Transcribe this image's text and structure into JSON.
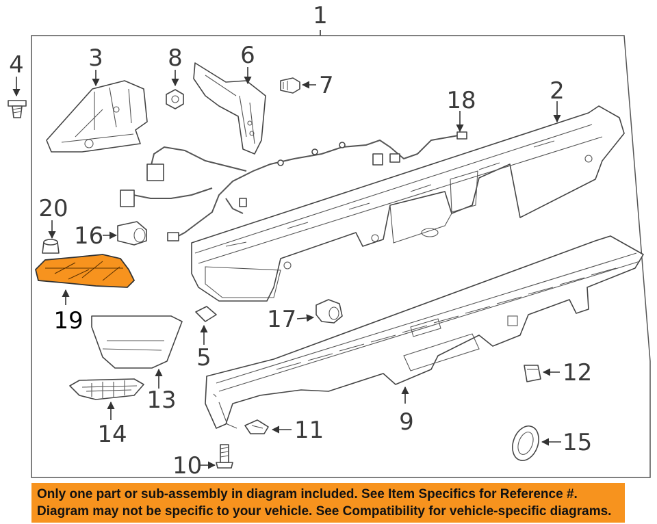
{
  "diagram": {
    "callouts": {
      "c1": "1",
      "c2": "2",
      "c3": "3",
      "c4": "4",
      "c5": "5",
      "c6": "6",
      "c7": "7",
      "c8": "8",
      "c9": "9",
      "c10": "10",
      "c11": "11",
      "c12": "12",
      "c13": "13",
      "c14": "14",
      "c15": "15",
      "c16": "16",
      "c17": "17",
      "c18": "18",
      "c19": "19",
      "c20": "20"
    },
    "highlighted_part": "19",
    "highlight_color": "#f7931e",
    "banner_color": "#f7931e"
  },
  "banner": {
    "line1": "Only one part or sub-assembly in diagram included. See Item Specifics for Reference #.",
    "line2": "Diagram may not be specific to your vehicle. See Compatibility for vehicle-specific diagrams."
  }
}
